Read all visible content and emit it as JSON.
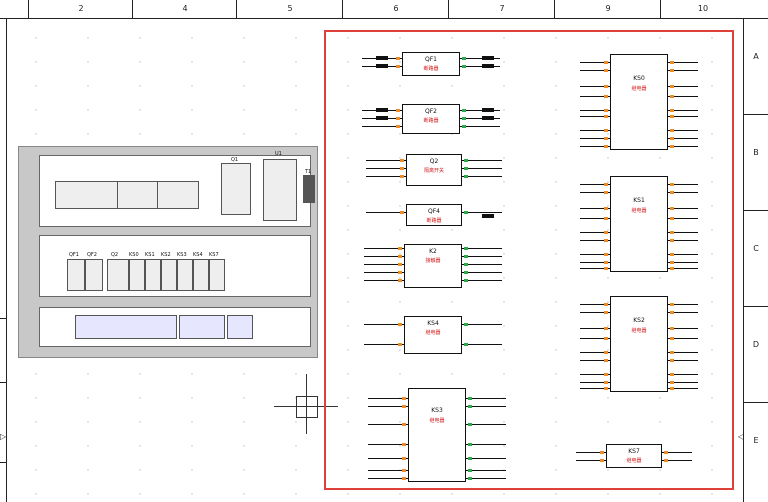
{
  "ruler": {
    "columns": [
      "2",
      "4",
      "5",
      "6",
      "7",
      "9",
      "10"
    ],
    "rows": [
      "A",
      "B",
      "C",
      "D",
      "E"
    ]
  },
  "cabinet": {
    "device_labels": [
      "Q1",
      "U1",
      "QF1",
      "QF2",
      "Q2",
      "KS0",
      "KS1",
      "KS2",
      "KS3",
      "KS4",
      "KS7",
      "T1"
    ]
  },
  "components": [
    {
      "name": "QF1",
      "tag": "断路器"
    },
    {
      "name": "QF2",
      "tag": "断路器"
    },
    {
      "name": "Q2",
      "tag": "隔离开关"
    },
    {
      "name": "QF4",
      "tag": "断路器"
    },
    {
      "name": "K2",
      "tag": "接触器"
    },
    {
      "name": "KS4",
      "tag": "继电器"
    },
    {
      "name": "KS3",
      "tag": "继电器"
    },
    {
      "name": "KS0",
      "tag": "继电器"
    },
    {
      "name": "KS1",
      "tag": "继电器"
    },
    {
      "name": "KS2",
      "tag": "继电器"
    },
    {
      "name": "KS7",
      "tag": "继电器"
    }
  ],
  "colors": {
    "highlight": "#e0403a",
    "signal": "#1a3fd0",
    "pin_orange": "#f08a24",
    "pin_green": "#2aa84a"
  }
}
